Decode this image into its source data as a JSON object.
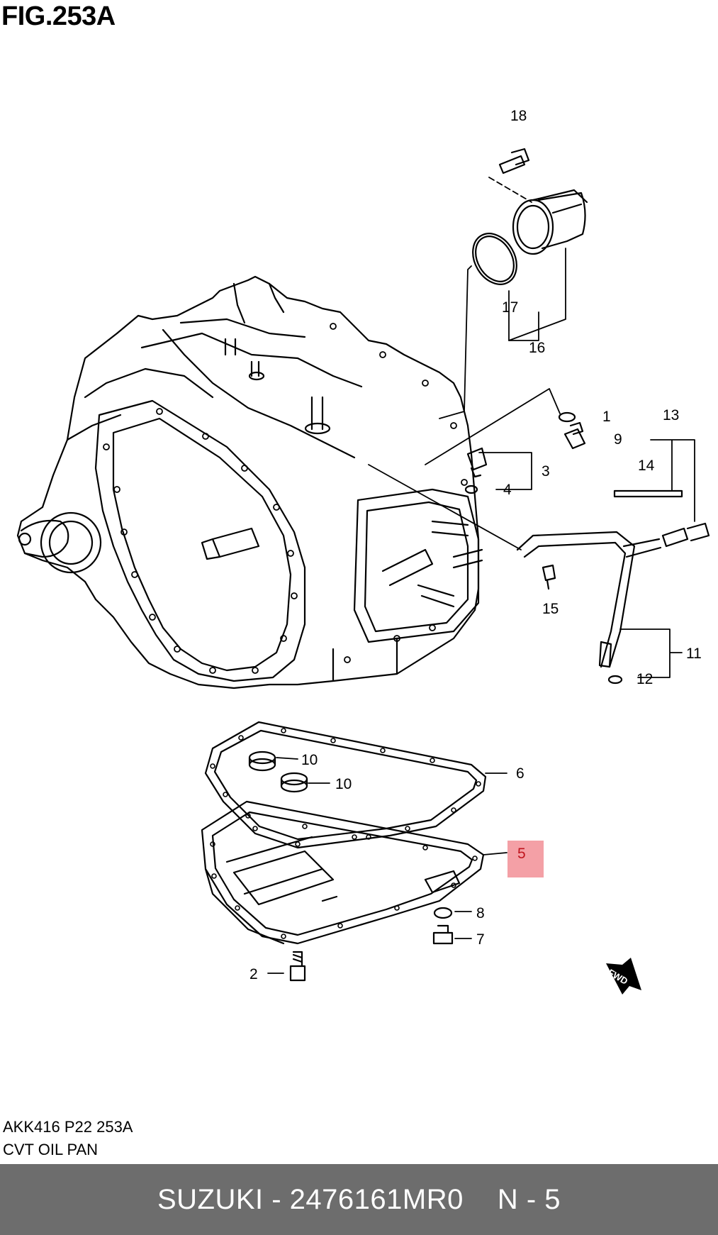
{
  "figure": {
    "title": "FIG.253A",
    "code": "AKK416 P22 253A",
    "name": "CVT OIL PAN"
  },
  "highlight": {
    "label": "5",
    "color": "#f4a0a6",
    "text_color": "#c0151e"
  },
  "callouts": [
    "1",
    "2",
    "3",
    "4",
    "6",
    "7",
    "8",
    "9",
    "10",
    "10",
    "11",
    "12",
    "13",
    "14",
    "15",
    "16",
    "17",
    "18"
  ],
  "footer": {
    "part_line": "SUZUKI - 2476161MR0",
    "ref": "N - 5",
    "background": "#6d6d6d"
  },
  "badge": {
    "text": "FWD"
  }
}
